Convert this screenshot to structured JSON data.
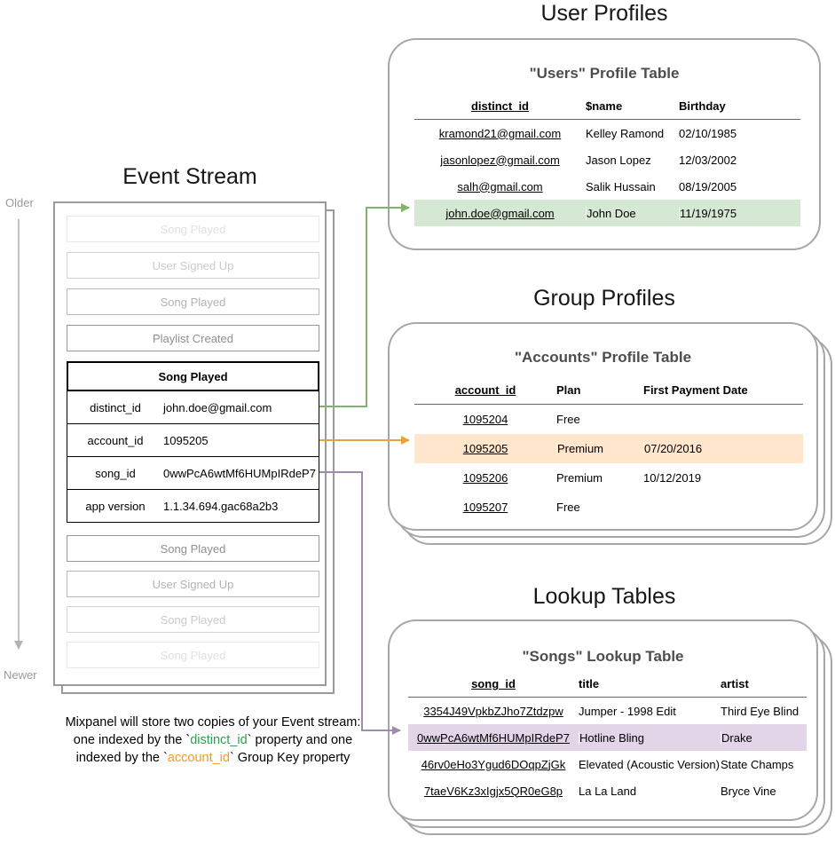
{
  "titles": {
    "user_profiles": "User Profiles",
    "event_stream": "Event Stream",
    "group_profiles": "Group Profiles",
    "lookup_tables": "Lookup Tables"
  },
  "event_stream": {
    "older_label": "Older",
    "newer_label": "Newer",
    "events_before": [
      {
        "label": "Song Played"
      },
      {
        "label": "User Signed Up"
      },
      {
        "label": "Song Played"
      },
      {
        "label": "Playlist Created"
      }
    ],
    "expanded_event": {
      "title": "Song Played",
      "properties": [
        {
          "key": "distinct_id",
          "value": "john.doe@gmail.com",
          "highlight": "green"
        },
        {
          "key": "account_id",
          "value": "1095205",
          "highlight": "orange"
        },
        {
          "key": "song_id",
          "value": "0wwPcA6wtMf6HUMpIRdeP7",
          "highlight": "purple"
        },
        {
          "key": "app version",
          "value": "1.1.34.694.gac68a2b3",
          "highlight": "none"
        }
      ]
    },
    "events_after": [
      {
        "label": "Song Played"
      },
      {
        "label": "User Signed Up"
      },
      {
        "label": "Song Played"
      },
      {
        "label": "Song Played"
      }
    ]
  },
  "users_table": {
    "heading": "\"Users\" Profile Table",
    "columns": [
      "distinct_id",
      "$name",
      "Birthday"
    ],
    "rows": [
      [
        "kramond21@gmail.com",
        "Kelley Ramond",
        "02/10/1985"
      ],
      [
        "jasonlopez@gmail.com",
        "Jason Lopez",
        "12/03/2002"
      ],
      [
        "salh@gmail.com",
        "Salik Hussain",
        "08/19/2005"
      ],
      [
        "john.doe@gmail.com",
        "John Doe",
        "11/19/1975"
      ]
    ],
    "highlighted_row_index": 3
  },
  "accounts_table": {
    "heading": "\"Accounts\" Profile Table",
    "columns": [
      "account_id",
      "Plan",
      "First Payment Date"
    ],
    "rows": [
      [
        "1095204",
        "Free",
        ""
      ],
      [
        "1095205",
        "Premium",
        "07/20/2016"
      ],
      [
        "1095206",
        "Premium",
        "10/12/2019"
      ],
      [
        "1095207",
        "Free",
        ""
      ]
    ],
    "highlighted_row_index": 1
  },
  "songs_table": {
    "heading": "\"Songs\" Lookup Table",
    "columns": [
      "song_id",
      "title",
      "artist"
    ],
    "rows": [
      [
        "3354J49VpkbZJho7Ztdzpw",
        "Jumper - 1998 Edit",
        "Third Eye Blind"
      ],
      [
        "0wwPcA6wtMf6HUMpIRdeP7",
        "Hotline Bling",
        "Drake"
      ],
      [
        "46rv0eHo3Ygud6DOqpZjGk",
        "Elevated (Acoustic Version)",
        "State Champs"
      ],
      [
        "7taeV6Kz3xIgjx5QR0eG8p",
        "La La Land",
        "Bryce Vine"
      ]
    ],
    "highlighted_row_index": 1
  },
  "caption": {
    "line1": "Mixpanel will store two copies of your Event stream:",
    "line2_pre": "one indexed by the `",
    "line2_code": "distinct_id",
    "line2_post": "` property and one",
    "line3_pre": "indexed by the `",
    "line3_code": "account_id",
    "line3_post": "` Group Key property"
  },
  "colors": {
    "highlight_green": "#d5e8d4",
    "highlight_orange": "#ffe6cc",
    "highlight_purple": "#e1d5e7",
    "arrow_green": "#82b366",
    "arrow_orange": "#e8a33d",
    "arrow_purple": "#9e8cb0",
    "caption_green": "#2f9e4e",
    "caption_orange": "#f59b22"
  }
}
